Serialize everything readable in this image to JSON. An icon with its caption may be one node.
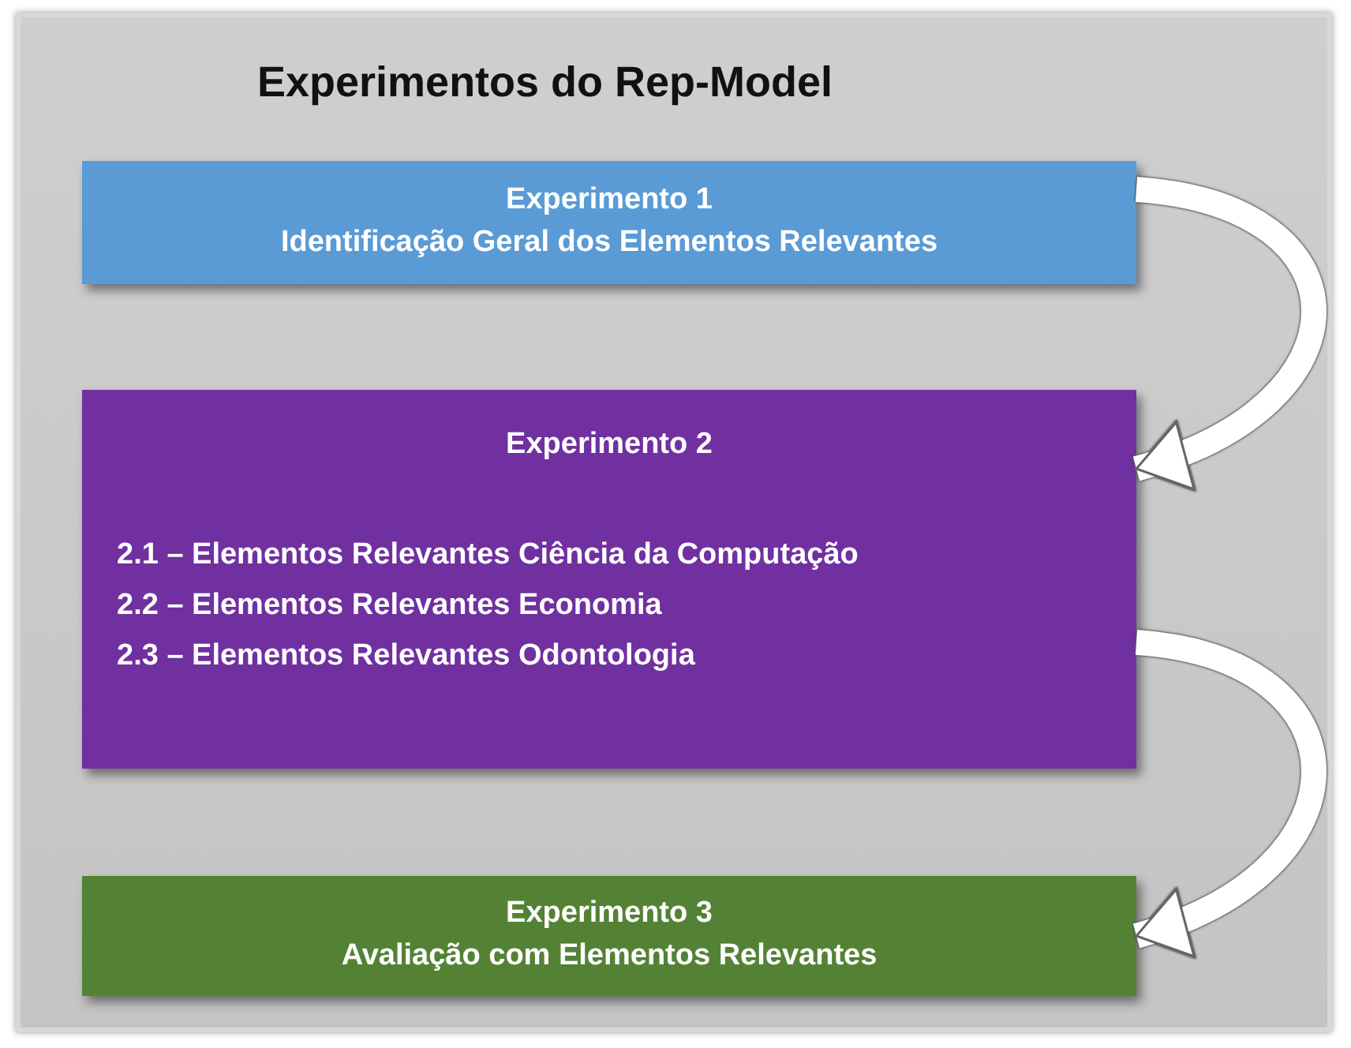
{
  "diagram": {
    "nodes": [
      {
        "text": [
          "Experimentos do Rep-Model"
        ]
      },
      {
        "text": [
          "Experimento 1",
          "Identificação Geral dos Elementos Relevantes"
        ],
        "in": 0
      },
      {
        "text": [
          "Experimento 2",
          "2.1 – Elementos Relevantes Ciência da Computação",
          "2.2 – Elementos Relevantes Economia",
          "2.3 – Elementos Relevantes Odontologia"
        ],
        "in": 0
      },
      {
        "text": [
          "Experimento 3",
          "Avaliação com Elementos Relevantes"
        ],
        "in": 0
      }
    ],
    "edges": [
      {
        "from": 1,
        "to": 2,
        "arrow": "to"
      },
      {
        "from": 2,
        "to": 3,
        "arrow": "to"
      }
    ]
  }
}
